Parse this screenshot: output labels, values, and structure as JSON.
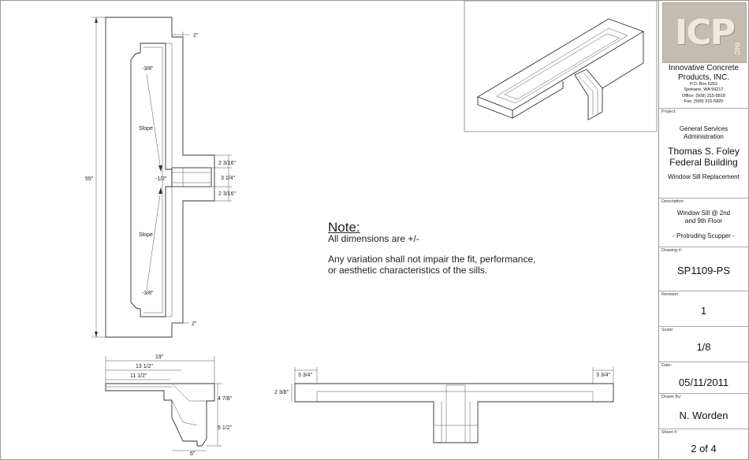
{
  "dimensions": {
    "top_right": "2\"",
    "bottom_right": "2\"",
    "height": "55\"",
    "slope_top_end": "-3/8\"",
    "slope_mid": "-1/2\"",
    "slope_bottom_end": "-3/8\"",
    "slope_label": "Slope",
    "scupper_a": "2 3/16\"",
    "scupper_b": "3 1/4\"",
    "scupper_c": "2 3/16\"",
    "width_total": "19\"",
    "width_b": "13 1/2\"",
    "width_c": "11 1/2\"",
    "sect_h1": "4 7/8\"",
    "sect_h2": "5 1/2\"",
    "sect_w": "6\"",
    "elev_left": "3 3/4\"",
    "elev_right": "3 3/4\"",
    "elev_height": "2 3/8\""
  },
  "note": {
    "title": "Note:",
    "line1": "All dimensions are +/-",
    "line2": "Any variation shall not impair the fit, performance,",
    "line3": "or aesthetic characteristics of the sills."
  },
  "title_block": {
    "logo_text": "ICP",
    "logo_suffix": "INC",
    "company_line1": "Innovative Concrete",
    "company_line2": "Products, INC.",
    "po_box": "P.O. Box 6252",
    "city": "Spokane, WA 99217",
    "office": "Office: (509) 315-5818",
    "fax": "Fax: (509) 315-5820",
    "project_label": "Project:",
    "project_line1": "General Services",
    "project_line2": "Administration",
    "project_line3": "Thomas S. Foley",
    "project_line4": "Federal Building",
    "project_line5": "Window Sill Replacement",
    "description_label": "Description:",
    "description_line1": "Window Sill @ 2nd",
    "description_line2": "and 9th Floor",
    "description_line3": "- Protruding Scupper -",
    "drawing_label": "Drawing #:",
    "drawing_value": "SP1109-PS",
    "revision_label": "Revision:",
    "revision_value": "1",
    "scale_label": "Scale:",
    "scale_value": "1/8",
    "date_label": "Date:",
    "date_value": "05/11/2011",
    "drawn_label": "Drawn By:",
    "drawn_value": "N. Worden",
    "sheet_label": "Sheet #:",
    "sheet_value": "2 of 4"
  }
}
